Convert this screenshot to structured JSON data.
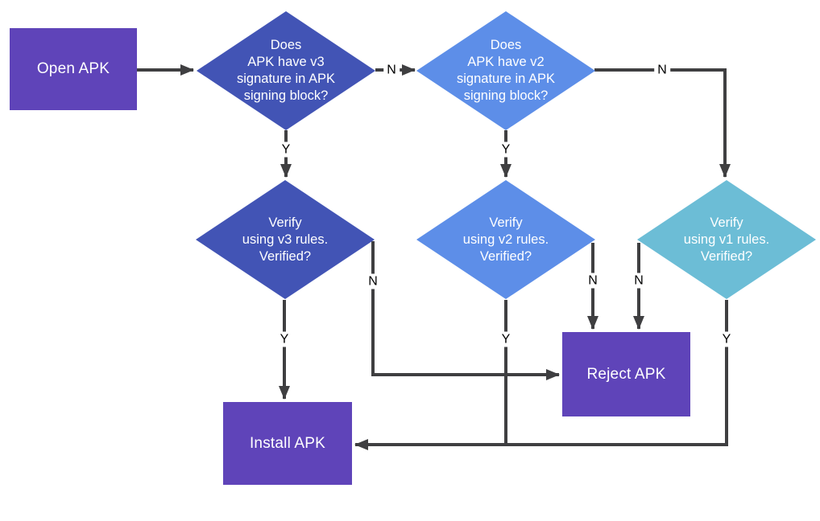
{
  "colors": {
    "process": "#5F44B9",
    "decision_v3": "#4254B5",
    "decision_v2": "#5D8EE8",
    "decision_v1": "#6CBDD6",
    "edge": "#3F3F41",
    "node_text": "#FFFFFF",
    "label_text": "#000000",
    "background": "#FFFFFF"
  },
  "nodes": {
    "open_apk": {
      "label": "Open APK"
    },
    "q_v3": {
      "lines": [
        "Does",
        "APK have v3",
        "signature in APK",
        "signing block?"
      ]
    },
    "q_v2": {
      "lines": [
        "Does",
        "APK have v2",
        "signature in APK",
        "signing block?"
      ]
    },
    "verify_v3": {
      "lines": [
        "Verify",
        "using v3 rules.",
        "Verified?"
      ]
    },
    "verify_v2": {
      "lines": [
        "Verify",
        "using v2 rules.",
        "Verified?"
      ]
    },
    "verify_v1": {
      "lines": [
        "Verify",
        "using v1 rules.",
        "Verified?"
      ]
    },
    "reject_apk": {
      "label": "Reject APK"
    },
    "install_apk": {
      "label": "Install APK"
    }
  },
  "edge_labels": {
    "yes": "Y",
    "no": "N"
  }
}
